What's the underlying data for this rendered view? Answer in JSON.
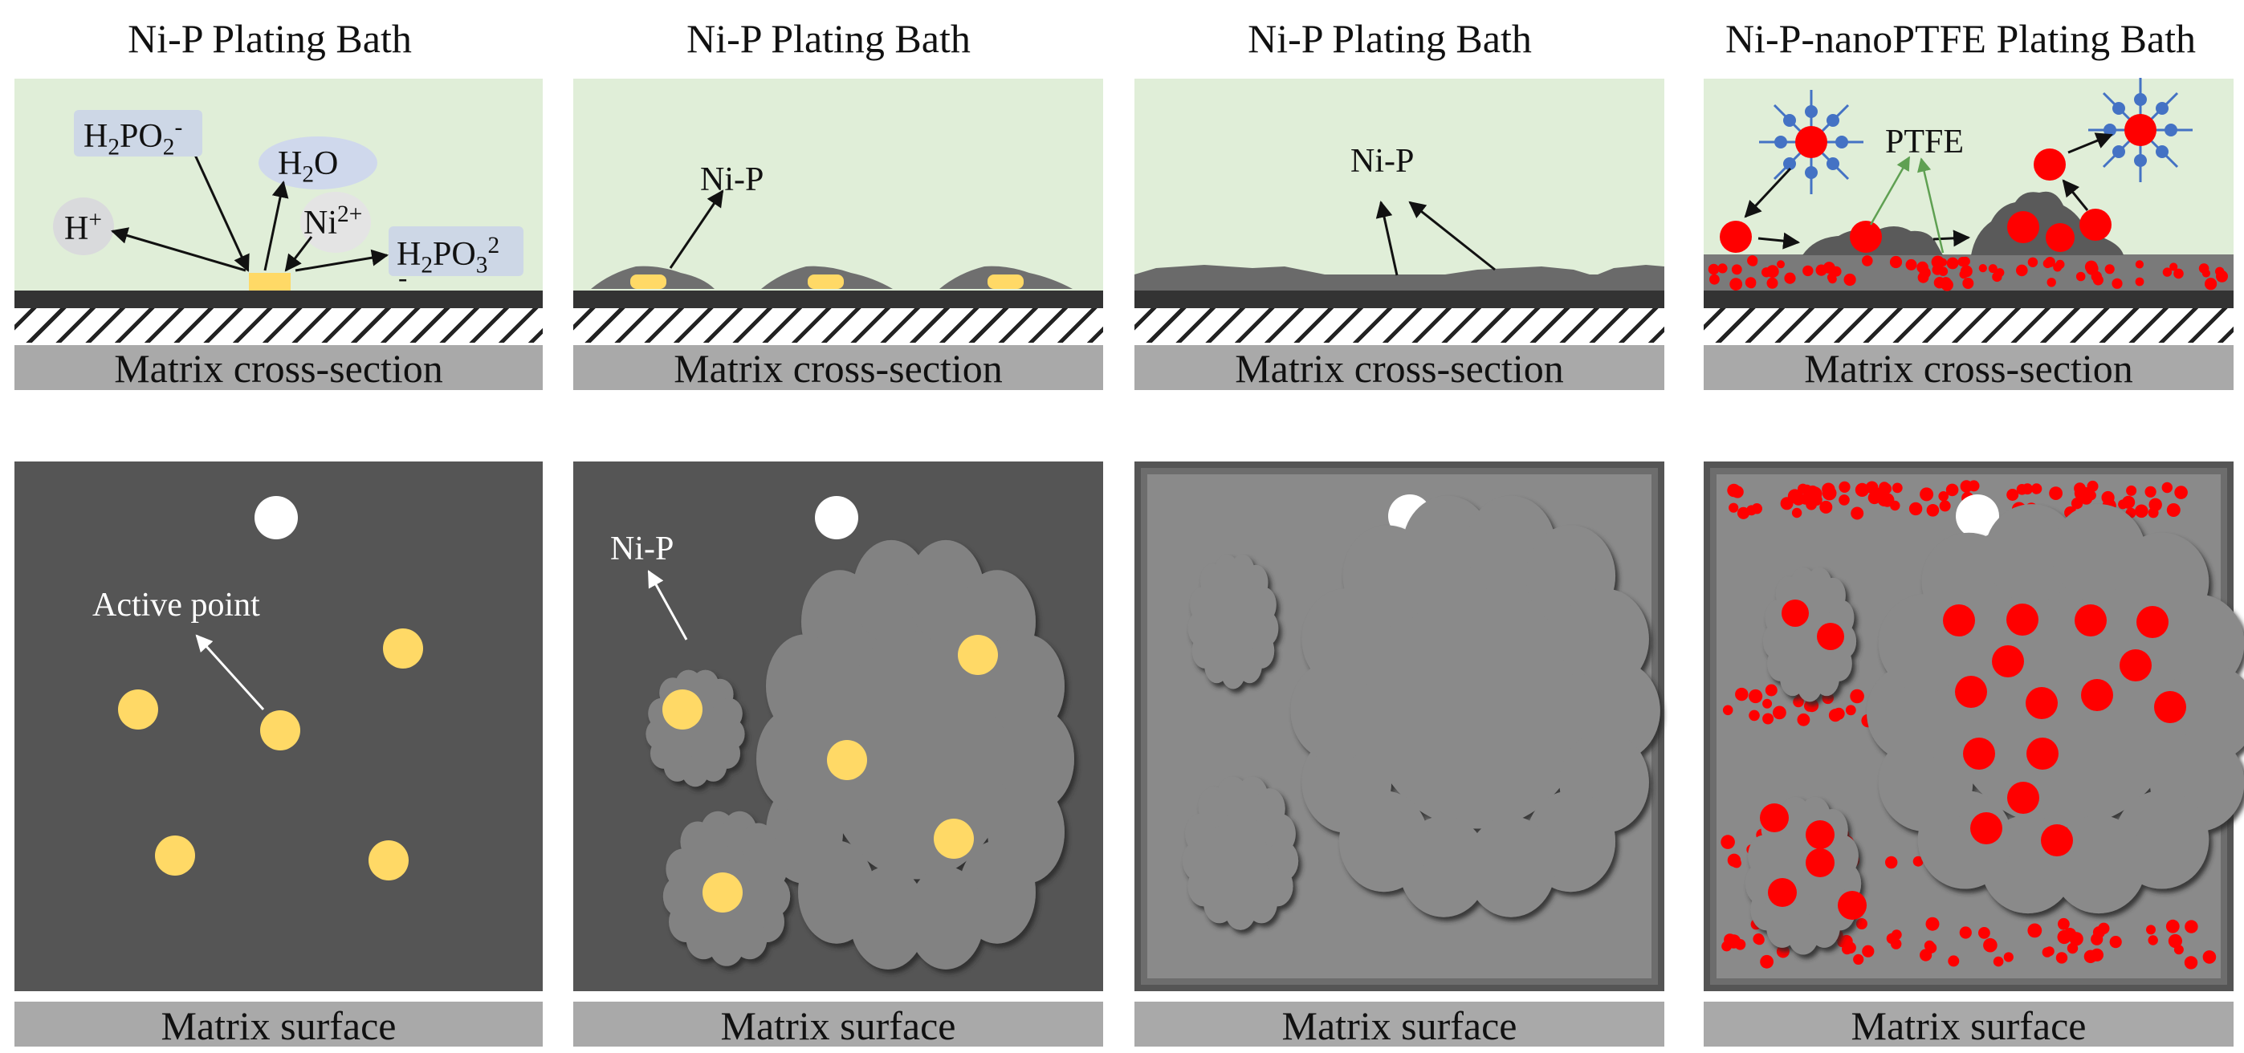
{
  "panels": [
    {
      "title": "Ni-P Plating Bath",
      "cross_section": "Matrix cross-section",
      "surface": "Matrix surface",
      "species": {
        "h2po2": {
          "base": "H",
          "s1": "2",
          "mid": "PO",
          "s2": "2",
          "sup": "-"
        },
        "h2o": {
          "base": "H",
          "sub": "2",
          "tail": "O"
        },
        "h_plus": {
          "base": "H",
          "sup": "+"
        },
        "ni2": {
          "base": "Ni",
          "sup": "2+"
        },
        "h2po3": {
          "base": "H",
          "s1": "2",
          "mid": "PO",
          "s2": "3",
          "sup": "2",
          "minus": "-"
        }
      },
      "active_point_label": "Active point"
    },
    {
      "title": "Ni-P Plating Bath",
      "cross_section": "Matrix cross-section",
      "surface": "Matrix surface",
      "nip_label": "Ni-P",
      "nip_surface_label": "Ni-P"
    },
    {
      "title": "Ni-P Plating Bath",
      "cross_section": "Matrix cross-section",
      "surface": "Matrix surface",
      "nip_label": "Ni-P"
    },
    {
      "title": "Ni-P-nanoPTFE Plating Bath",
      "cross_section": "Matrix cross-section",
      "surface": "Matrix surface",
      "ptfe_label": "PTFE"
    }
  ],
  "colors": {
    "bath": "#e0eed8",
    "matrix": "#333333",
    "caption": "#a9a9a9",
    "surface": "#555555",
    "deposit": "#8a8a8a",
    "active_point": "#ffd966",
    "ptfe": "#ff0000",
    "surfactant": "#4472c4",
    "arrow_green": "#5fa052"
  }
}
